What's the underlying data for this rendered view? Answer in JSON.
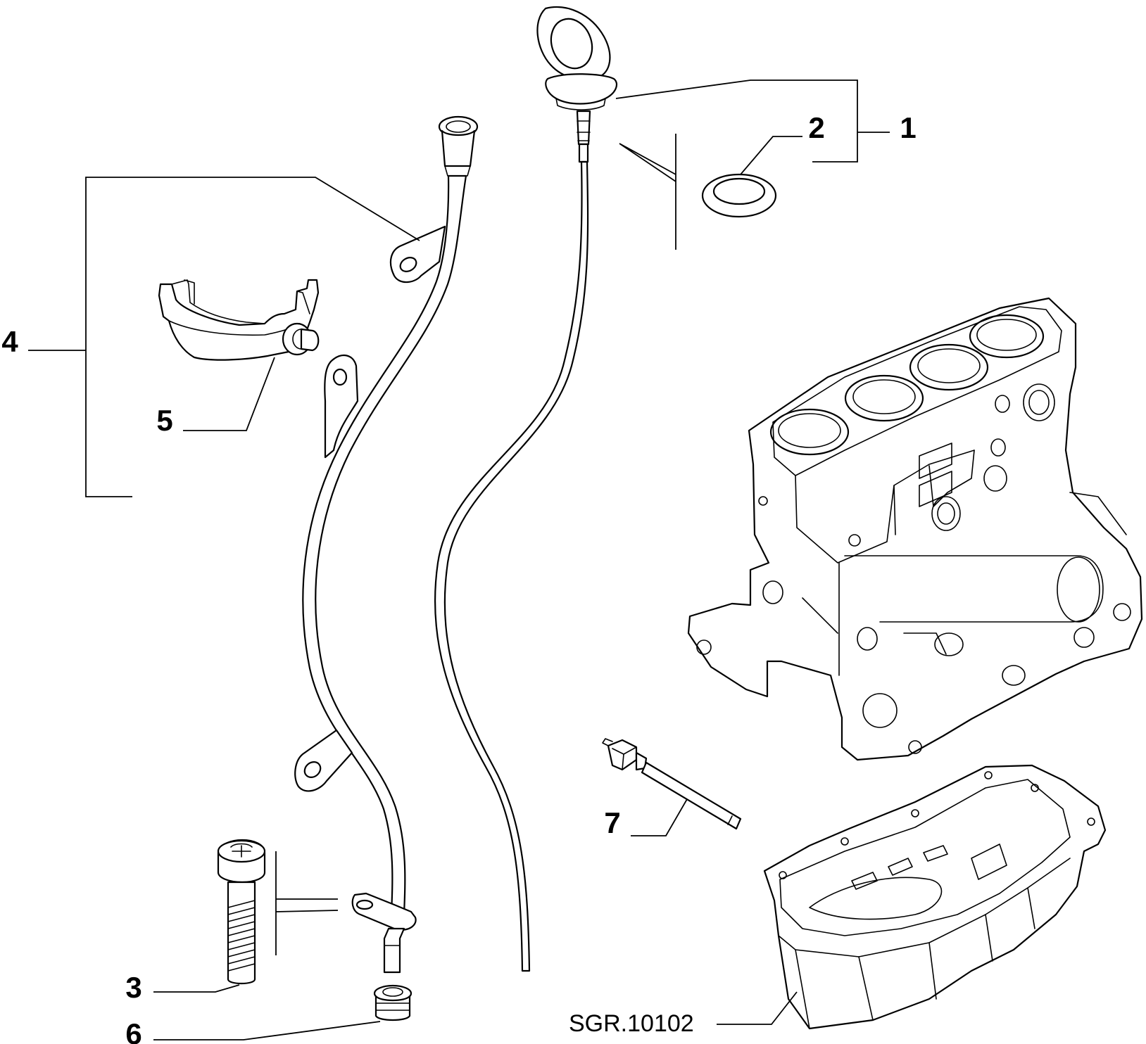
{
  "diagram": {
    "callouts": [
      {
        "id": "1",
        "label": "1"
      },
      {
        "id": "2",
        "label": "2"
      },
      {
        "id": "3",
        "label": "3"
      },
      {
        "id": "4",
        "label": "4"
      },
      {
        "id": "5",
        "label": "5"
      },
      {
        "id": "6",
        "label": "6"
      },
      {
        "id": "7",
        "label": "7"
      }
    ],
    "reference": "SGR.10102"
  }
}
